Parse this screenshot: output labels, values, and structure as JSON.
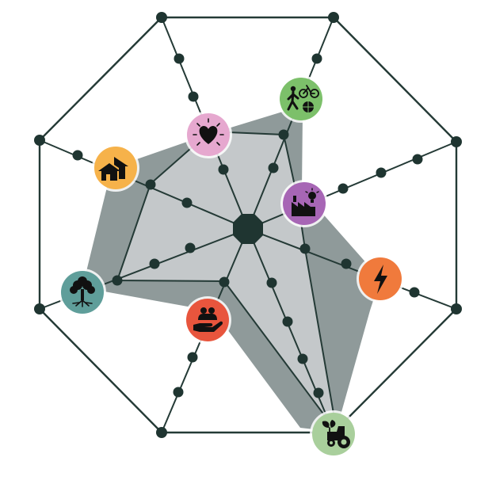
{
  "diagram": {
    "kind": "octagonal radar / spider diagram with icon markers",
    "colors": {
      "frame": "#243a36",
      "outer_area": "#8f9a9a",
      "inner_area": "#c4c8ca",
      "hub": "#1f3531"
    },
    "axes": [
      {
        "id": "active-mobility",
        "icon": "pedestrian-bicycle-ball-icon",
        "color": "#7cc06a"
      },
      {
        "id": "health-wellbeing",
        "icon": "heart-icon",
        "color": "#e6a8cf"
      },
      {
        "id": "housing",
        "icon": "houses-icon",
        "color": "#f6b24a"
      },
      {
        "id": "industry-innovation",
        "icon": "factory-lightbulb-icon",
        "color": "#a766b5"
      },
      {
        "id": "energy",
        "icon": "lightning-icon",
        "color": "#f07a3c"
      },
      {
        "id": "nature",
        "icon": "tree-icon",
        "color": "#5f9e9a"
      },
      {
        "id": "community",
        "icon": "people-hand-icon",
        "color": "#e8553d"
      },
      {
        "id": "agriculture",
        "icon": "tractor-plant-icon",
        "color": "#a9cf9c"
      }
    ]
  }
}
